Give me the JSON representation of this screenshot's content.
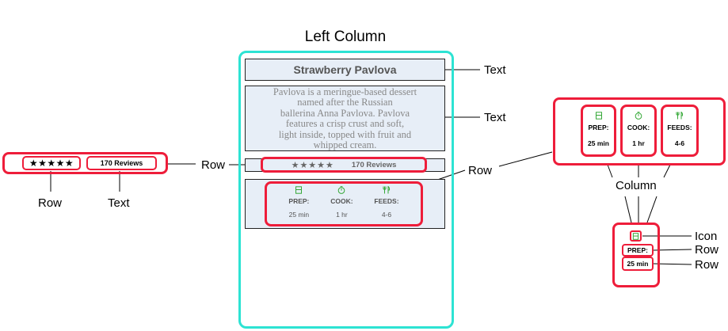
{
  "title": "Left Column",
  "recipe": {
    "name": "Strawberry Pavlova",
    "description": "Pavlova is a meringue-based dessert named after the Russian ballerina Anna Pavlova. Pavlova features a crisp crust and soft, light inside, topped with fruit and whipped cream.",
    "description_lines": [
      "Pavlova is a meringue-based dessert",
      "named after the Russian",
      "ballerina Anna Pavlova. Pavlova",
      "features a crisp crust and soft,",
      "light inside, topped with fruit and",
      "whipped cream."
    ],
    "stars": "★★★★★",
    "reviews": "170 Reviews",
    "info": [
      {
        "icon": "book-icon",
        "label": "PREP:",
        "value": "25 min"
      },
      {
        "icon": "timer-icon",
        "label": "COOK:",
        "value": "1 hr"
      },
      {
        "icon": "utensils-icon",
        "label": "FEEDS:",
        "value": "4-6"
      }
    ]
  },
  "annotations": {
    "text": "Text",
    "row": "Row",
    "column": "Column",
    "icon": "Icon"
  },
  "colors": {
    "highlight": "#ee1d3a",
    "column_outline": "#2de3d3",
    "panel": "#e7eef7",
    "icon_green": "#35a837"
  }
}
